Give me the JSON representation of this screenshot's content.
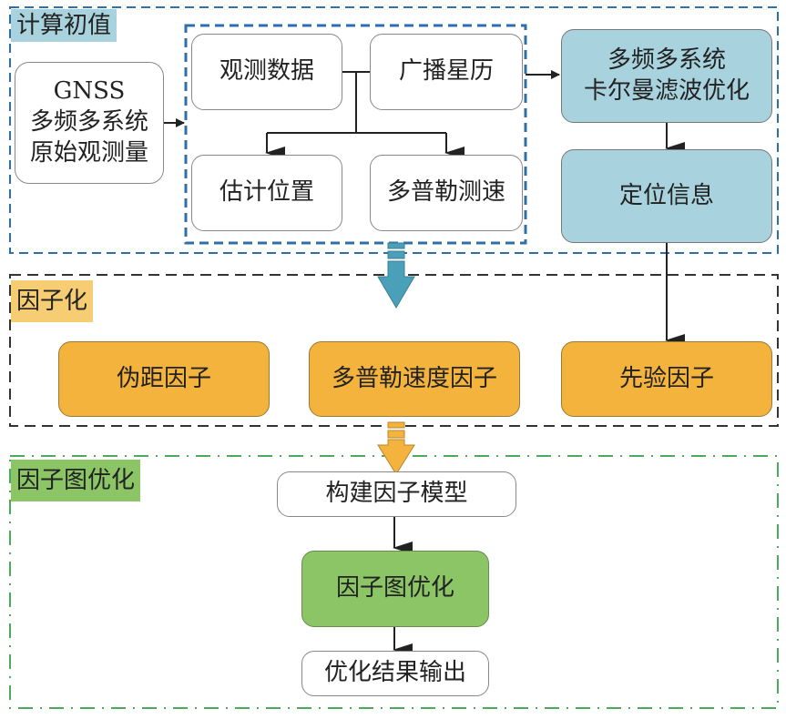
{
  "colors": {
    "group1_border": "#2f6fa8",
    "group1_label_bg": "#a8d2dd",
    "group2_border": "#333333",
    "group2_label_bg": "#f6cd72",
    "group3_border": "#4caa5c",
    "group3_label_bg": "#8bc565",
    "arrow_blue": "#4aa0b8",
    "arrow_orange": "#f3b33c"
  },
  "groups": {
    "initial": {
      "label": "计算初值"
    },
    "factorize": {
      "label": "因子化"
    },
    "graph_opt": {
      "label": "因子图优化"
    }
  },
  "nodes": {
    "raw": {
      "lines": [
        "GNSS",
        "多频多系统",
        "原始观测量"
      ]
    },
    "obs": {
      "label": "观测数据"
    },
    "eph": {
      "label": "广播星历"
    },
    "pos_est": {
      "label": "估计位置"
    },
    "doppler": {
      "label": "多普勒测速"
    },
    "kalman": {
      "lines": [
        "多频多系统",
        "卡尔曼滤波优化"
      ]
    },
    "posinfo": {
      "label": "定位信息"
    },
    "pseudorange": {
      "label": "伪距因子"
    },
    "doppler_factor": {
      "label": "多普勒速度因子"
    },
    "prior": {
      "label": "先验因子"
    },
    "build": {
      "label": "构建因子模型"
    },
    "fgo": {
      "label": "因子图优化"
    },
    "output": {
      "label": "优化结果输出"
    }
  }
}
